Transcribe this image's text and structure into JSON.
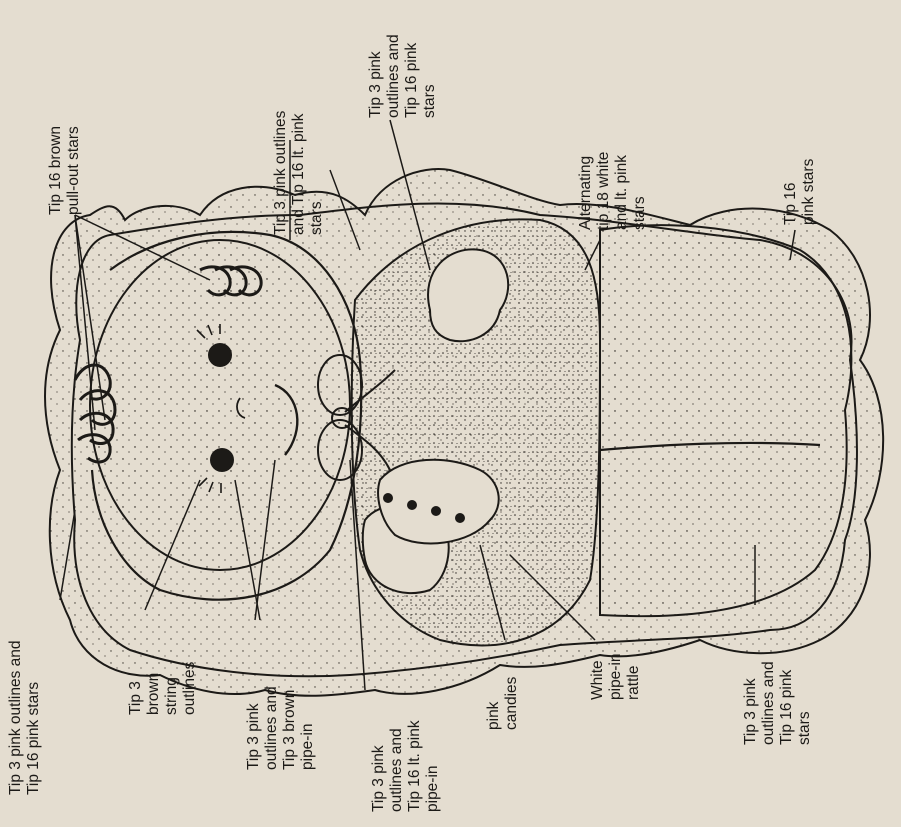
{
  "labels": {
    "brown_pullout": [
      "Tip 16 brown",
      "pull-out stars"
    ],
    "outline_pink_top": [
      "Tip 3 pink outlines",
      "and Tip 16 lt. pink",
      "stars"
    ],
    "outline_pink_mid": [
      "Tip 3 pink",
      "outlines and",
      "Tip 16 pink",
      "stars"
    ],
    "alternating": [
      "Alternating",
      "tip 18 white",
      "and lt. pink",
      "stars"
    ],
    "pink_stars": [
      "Tip 16",
      "pink stars"
    ],
    "body_outline": [
      "Tip 3 pink outlines and",
      "Tip 16 pink stars"
    ],
    "string": [
      "Tip 3",
      "brown",
      "string",
      "outlines"
    ],
    "pipe_brown": [
      "Tip 3 pink",
      "outlines and",
      "Tip 3 brown",
      "pipe-in"
    ],
    "pipe_lt_pink": [
      "Tip 3 pink",
      "outlines and",
      "Tip 16 lt. pink",
      "pipe-in"
    ],
    "candies": [
      "pink",
      "candies"
    ],
    "rattle": [
      "White",
      "pipe-in",
      "rattle"
    ],
    "legs": [
      "Tip 3 pink",
      "outlines and",
      "Tip 16 pink",
      "stars"
    ]
  },
  "colors": {
    "paper": "#e4ddd0",
    "ink": "#1c1a17"
  }
}
